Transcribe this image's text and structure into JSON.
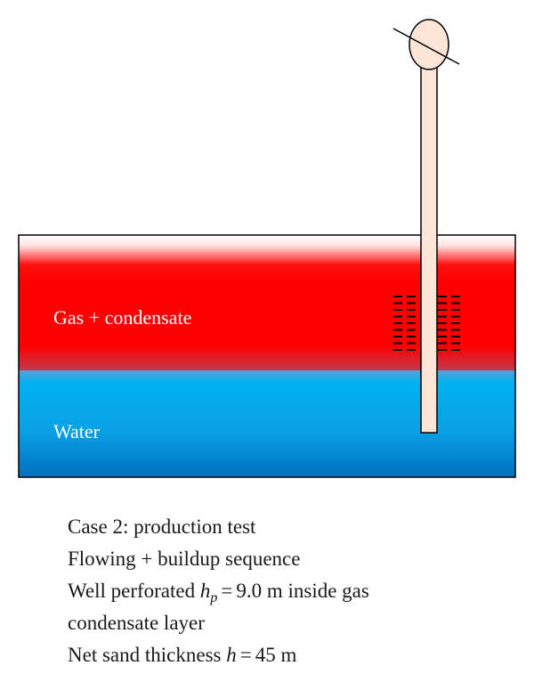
{
  "layers": {
    "gas": {
      "label": "Gas + condensate",
      "color": "#ff0000"
    },
    "water": {
      "label": "Water",
      "color_top": "#00b0f0",
      "color_bottom": "#0070c0"
    }
  },
  "well": {
    "fill_color": "#fce4d6",
    "stroke_color": "#000000"
  },
  "caption": {
    "line1": "Case 2: production test",
    "line2": "Flowing + buildup sequence",
    "line3_pre": "Well perforated ",
    "line3_var": "h",
    "line3_sub": "p",
    "line3_eq": "=",
    "line3_val": "9.0 m inside gas",
    "line4": "condensate layer",
    "line5_pre": "Net sand thickness ",
    "line5_var": "h",
    "line5_eq": "=",
    "line5_val": "45 m"
  }
}
